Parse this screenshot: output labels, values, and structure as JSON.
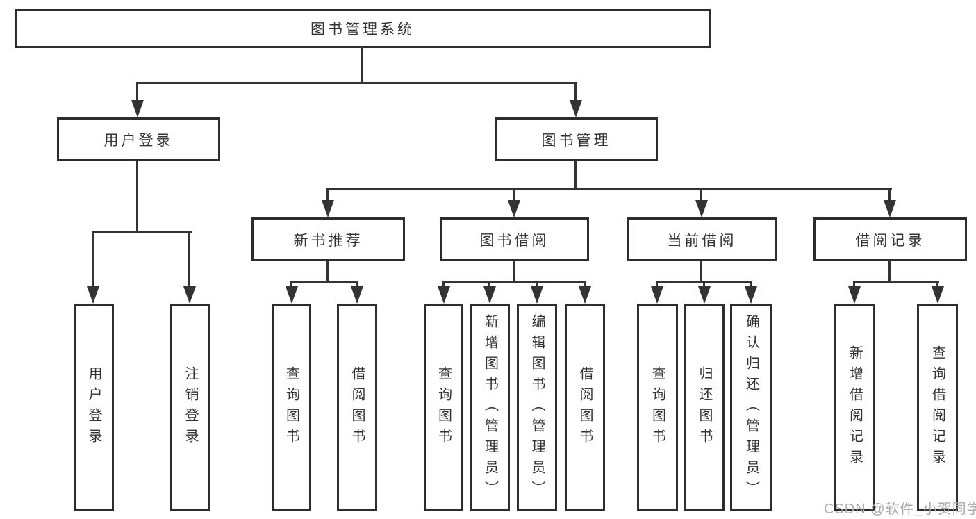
{
  "diagram_title": "图书管理系统",
  "nodes": {
    "root": {
      "label": "图书管理系统"
    },
    "branches": [
      {
        "label": "用户登录",
        "leaves": [
          {
            "label": "用户登录"
          },
          {
            "label": "注销登录"
          }
        ]
      },
      {
        "label": "图书管理",
        "children": [
          {
            "label": "新书推荐",
            "leaves": [
              {
                "label": "查询图书"
              },
              {
                "label": "借阅图书"
              }
            ]
          },
          {
            "label": "图书借阅",
            "leaves": [
              {
                "label": "查询图书"
              },
              {
                "label": "新增图书（管理员）"
              },
              {
                "label": "编辑图书（管理员）"
              },
              {
                "label": "借阅图书"
              }
            ]
          },
          {
            "label": "当前借阅",
            "leaves": [
              {
                "label": "查询图书"
              },
              {
                "label": "归还图书"
              },
              {
                "label": "确认归还（管理员）"
              }
            ]
          },
          {
            "label": "借阅记录",
            "leaves": [
              {
                "label": "新增借阅记录"
              },
              {
                "label": "查询借阅记录"
              }
            ]
          }
        ]
      }
    ]
  },
  "watermark": {
    "text": "CSDN @软件_小贺同学",
    "color": "#ababab"
  },
  "colors": {
    "line": "#333333",
    "border": "#2d2d2d",
    "text": "#333333",
    "background": "#ffffff"
  }
}
